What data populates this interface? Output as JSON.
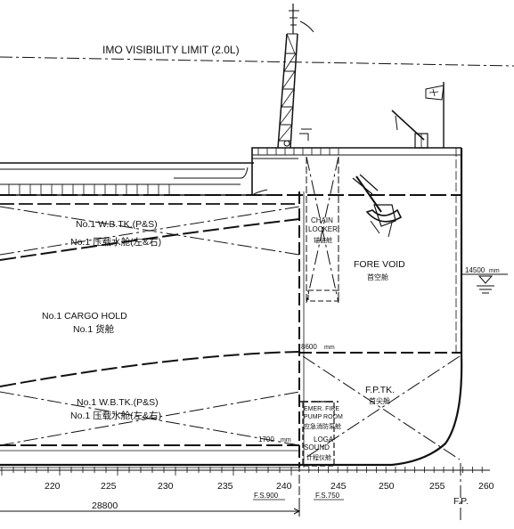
{
  "labels": {
    "imo": "IMO VISIBILITY LIMIT (2.0L)",
    "wbtk_top_en": "No.1  W.B.TK.(P&S)",
    "wbtk_top_cn": "No.1  压载水舱(左&右)",
    "cargo_en": "No.1  CARGO HOLD",
    "cargo_cn": "No.1 货舱",
    "chain_1": "CHAIN",
    "chain_2": "LOCKER",
    "chain_cn": "锚链舱",
    "fore_void_en": "FORE VOID",
    "fore_void_cn": "首空舱",
    "draft": "14500",
    "draft_unit": "mm",
    "level_8600": "8600",
    "level_8600_unit": "mm",
    "fptk_en": "F.P.TK.",
    "fptk_cn": "首尖舱",
    "emer_1": "EMER. FIRE",
    "emer_2": "PUMP ROOM",
    "emer_cn": "应急消防泵舱",
    "loga": "LOGA",
    "sound": "SOUND",
    "sound_cn": "计程仪舱",
    "wbtk_bot_en": "No.1  W.B.TK.(P&S)",
    "wbtk_bot_cn": "No.1  压载水舱(左&右)",
    "level_1700": "1700",
    "level_1700_unit": "mm",
    "fs900": "F.S.900",
    "fs750": "F.S.750",
    "dim_28800": "28800",
    "fp": "F.P."
  },
  "frame_labels": [
    "220",
    "225",
    "230",
    "235",
    "240",
    "245",
    "250",
    "255",
    "260"
  ]
}
